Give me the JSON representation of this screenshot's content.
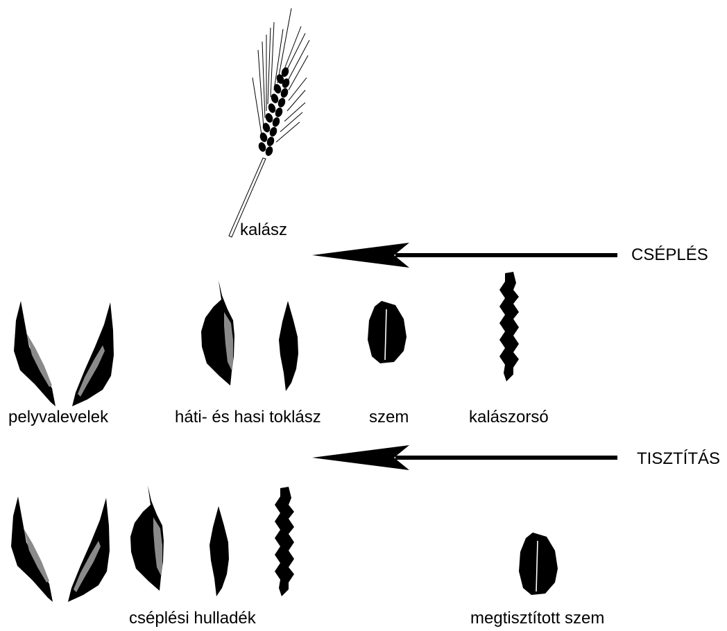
{
  "labels": {
    "ear": "kalász",
    "threshing": "CSÉPLÉS",
    "glumes": "pelyvalevelek",
    "lemma_palea": "háti- és hasi toklász",
    "grain": "szem",
    "rachis": "kalászorsó",
    "cleaning": "TISZTÍTÁS",
    "threshing_waste": "cséplési hulladék",
    "cleaned_grain": "megtisztított szem"
  },
  "colors": {
    "ink": "#000000",
    "inner_tone": "#8a8a8a",
    "background": "#ffffff"
  }
}
